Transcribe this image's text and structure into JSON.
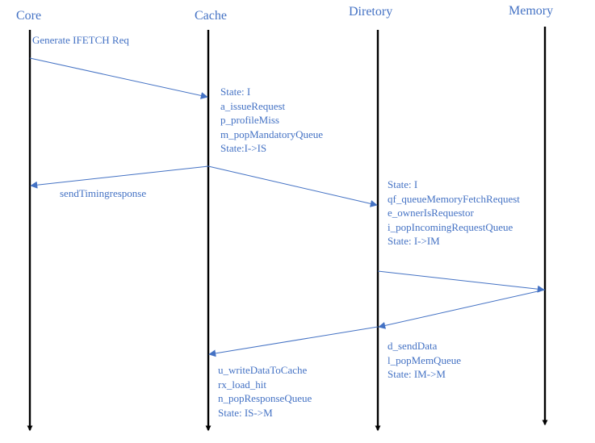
{
  "colors": {
    "text": "#4472c4",
    "message_line": "#4472c4",
    "lifeline": "#000000"
  },
  "lifelines": [
    {
      "name": "Core"
    },
    {
      "name": "Cache"
    },
    {
      "name": "Diretory"
    },
    {
      "name": "Memory"
    }
  ],
  "messages": [
    {
      "from": "Core",
      "to": "Cache",
      "label": "Generate IFETCH Req"
    },
    {
      "from": "Cache",
      "to": "Core",
      "label": "sendTimingresponse"
    },
    {
      "from": "Cache",
      "to": "Diretory",
      "label": ""
    },
    {
      "from": "Diretory",
      "to": "Memory",
      "label": ""
    },
    {
      "from": "Memory",
      "to": "Diretory",
      "label": ""
    },
    {
      "from": "Diretory",
      "to": "Cache",
      "label": ""
    }
  ],
  "notes": {
    "cache_miss": [
      "State: I",
      "a_issueRequest",
      "p_profileMiss",
      "m_popMandatoryQueue",
      "State:I->IS"
    ],
    "directory_request": [
      "State: I",
      "qf_queueMemoryFetchRequest",
      "e_ownerIsRequestor",
      "i_popIncomingRequestQueue",
      "State: I->IM"
    ],
    "directory_response": [
      "d_sendData",
      "l_popMemQueue",
      "State: IM->M"
    ],
    "cache_fill": [
      "u_writeDataToCache",
      "rx_load_hit",
      "n_popResponseQueue",
      "State: IS->M"
    ]
  }
}
